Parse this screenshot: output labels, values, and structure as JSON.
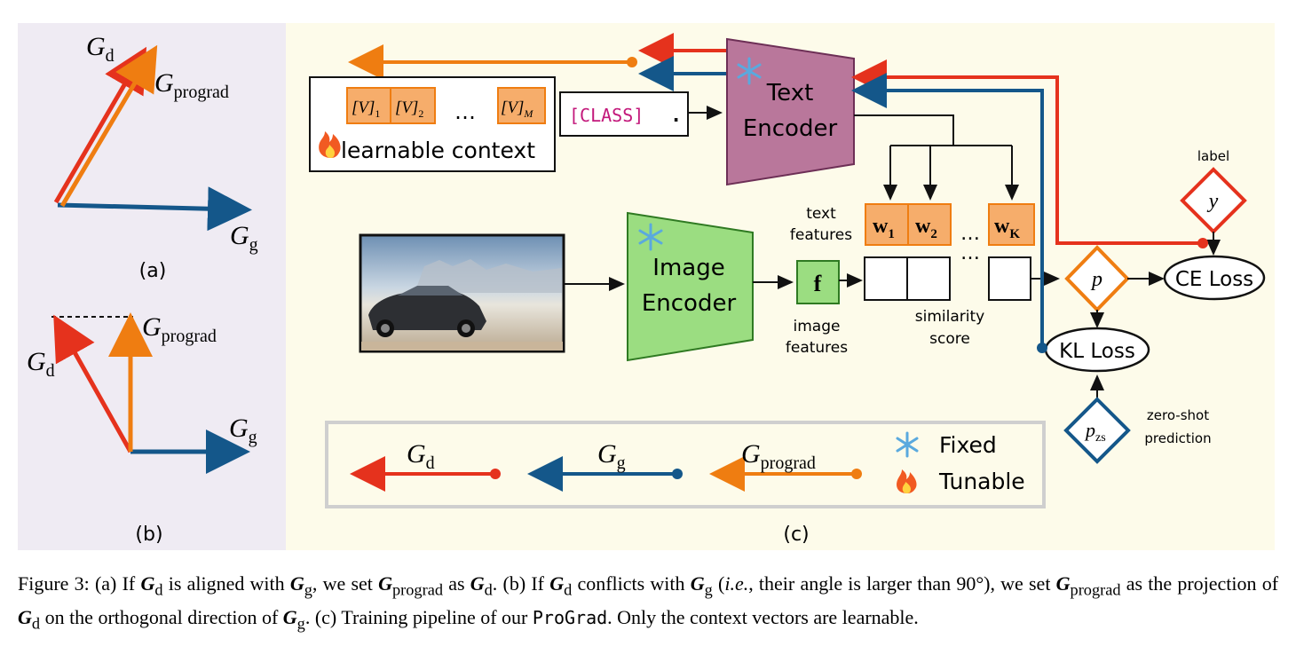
{
  "panel_a": {
    "label": "(a)",
    "g_d": "G",
    "g_d_sub": "d",
    "g_prograd": "G",
    "g_prograd_sub": "prograd",
    "g_g": "G",
    "g_g_sub": "g"
  },
  "panel_b": {
    "label": "(b)",
    "g_d": "G",
    "g_d_sub": "d",
    "g_prograd": "G",
    "g_prograd_sub": "prograd",
    "g_g": "G",
    "g_g_sub": "g"
  },
  "panel_c": {
    "label": "(c)",
    "context": {
      "tokens": [
        "[V]",
        "[V]",
        "[V]"
      ],
      "token_subs": [
        "1",
        "2",
        "M"
      ],
      "ellipsis": "…",
      "learnable_label": "learnable context"
    },
    "class_token": "[CLASS]",
    "class_dot": ".",
    "text_encoder": [
      "Text",
      "Encoder"
    ],
    "image_encoder": [
      "Image",
      "Encoder"
    ],
    "text_features_label": [
      "text",
      "features"
    ],
    "image_features_label": [
      "image",
      "features"
    ],
    "f_label": "f",
    "weights": [
      {
        "main": "w",
        "sub": "1"
      },
      {
        "main": "w",
        "sub": "2"
      },
      {
        "main": "w",
        "sub": "K"
      }
    ],
    "weights_ellipsis": "…",
    "similarity_label": [
      "similarity",
      "score"
    ],
    "p_label": "p",
    "y_label": "y",
    "label_text": "label",
    "ce_loss": "CE Loss",
    "kl_loss": "KL Loss",
    "pzs_main": "p",
    "pzs_sub": "zs",
    "zero_shot_label": [
      "zero-shot",
      "prediction"
    ],
    "legend": {
      "g_d": "G",
      "g_d_sub": "d",
      "g_g": "G",
      "g_g_sub": "g",
      "g_prograd": "G",
      "g_prograd_sub": "prograd",
      "fixed": "Fixed",
      "tunable": "Tunable"
    }
  },
  "colors": {
    "red": "#e5321d",
    "blue": "#14578a",
    "orange": "#ef7d11",
    "panel_ab_bg": "#efebf3",
    "panel_c_bg": "#fdfbea",
    "text_encoder_fill": "#b9779b",
    "image_encoder_fill": "#9bdd81",
    "weight_fill": "#f6ad6b",
    "class_color": "#c3187b"
  },
  "caption": {
    "fig": "Figure 3:",
    "t1": "(a) If",
    "t2": "is aligned with",
    "t3": ", we set",
    "t4": "as",
    "t5": ". (b) If",
    "t6": "conflicts with",
    "t7": "(",
    "t8": "i.e.",
    "t9": ", their angle is larger than 90°), we set",
    "t10": "as the projection of",
    "t11": "on the orthogonal direction of",
    "t12": ". (c) Training pipeline of our",
    "t13": "ProGrad",
    "t14": ". Only the context vectors are learnable.",
    "G": "G",
    "d": "d",
    "g": "g",
    "prograd": "prograd"
  }
}
